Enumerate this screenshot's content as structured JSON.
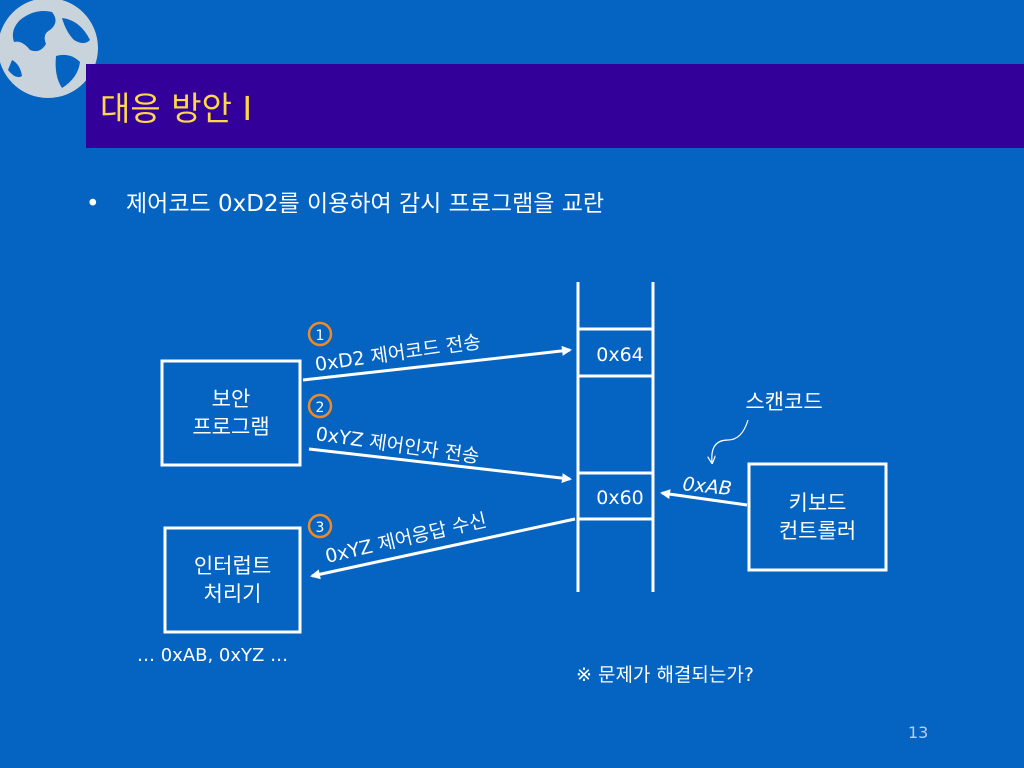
{
  "slide": {
    "title": "대응 방안 I",
    "bullet": "제어코드 0xD2를 이용하여 감시 프로그램을 교란",
    "page_number": "13"
  },
  "diagram": {
    "boxes": {
      "security_program": "보안\n프로그램",
      "interrupt_handler": "인터럽트\n처리기",
      "keyboard_controller": "키보드\n컨트롤러"
    },
    "ports": {
      "port_64": "0x64",
      "port_60": "0x60"
    },
    "steps": [
      {
        "num": "1",
        "label": "0xD2 제어코드 전송"
      },
      {
        "num": "2",
        "label": "0xYZ 제어인자 전송"
      },
      {
        "num": "3",
        "label": "0xYZ 제어응답 수신"
      }
    ],
    "scancode_label": "스캔코드",
    "scancode_value": "0xAB",
    "received_values": "… 0xAB, 0xYZ …",
    "question": "※ 문제가 해결되는가?"
  },
  "colors": {
    "background": "#0563c1",
    "title_bar": "#330099",
    "title_text": "#ffd84a",
    "step_circle": "#f08a24"
  },
  "icons": {
    "logo": "globe-icon"
  }
}
